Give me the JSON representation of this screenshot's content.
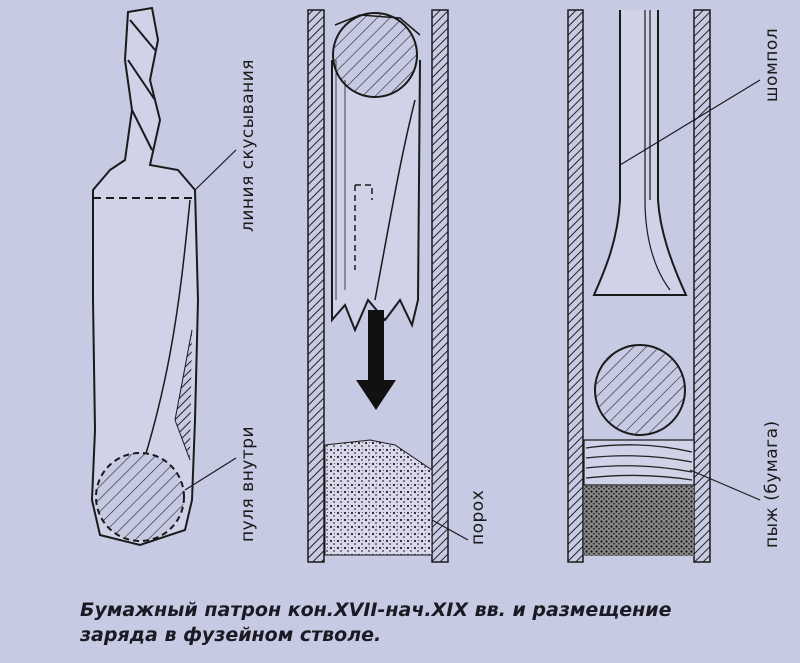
{
  "labels": {
    "bite_line": "линия скусывания",
    "bullet_inside": "пуля внутри",
    "powder": "порох",
    "ramrod": "шомпол",
    "wad": "пыж (бумага)"
  },
  "caption": {
    "line1": "Бумажный патрон кон.XVII-нач.XIX вв. и размещение",
    "line2": "заряда в фузейном стволе."
  },
  "colors": {
    "background": "#c7cae3",
    "ink": "#1a1a1a"
  }
}
